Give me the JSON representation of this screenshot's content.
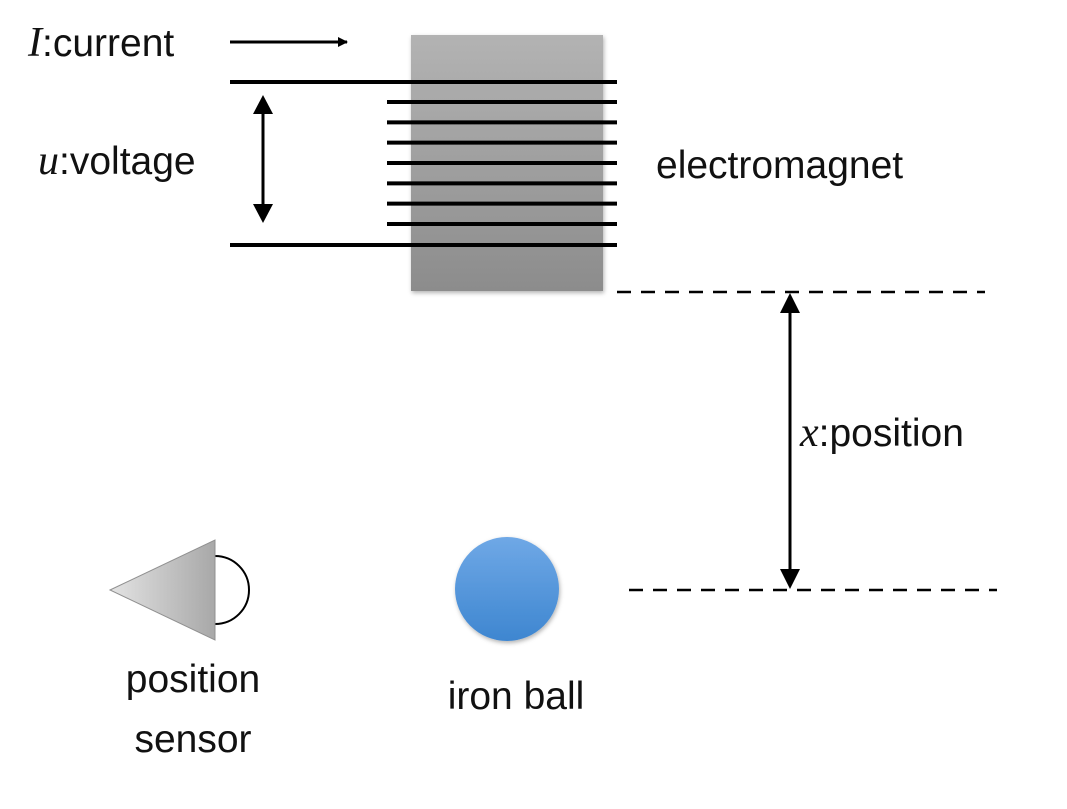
{
  "labels": {
    "current_symbol": "I",
    "current_text": ":current",
    "voltage_symbol": "u",
    "voltage_text": ":voltage",
    "position_symbol": "x",
    "position_text": ":position",
    "electromagnet": "electromagnet",
    "sensor_line1": "position",
    "sensor_line2": "sensor",
    "iron_ball": "iron ball"
  },
  "colors": {
    "core_top": "#b3b3b3",
    "core_bottom": "#8c8c8c",
    "ball_top": "#6fa8e6",
    "ball_bottom": "#3e86d0",
    "sensor_light": "#e3e3e3",
    "sensor_dark": "#a8a8a8",
    "line": "#000000"
  },
  "coil_turns": 7
}
